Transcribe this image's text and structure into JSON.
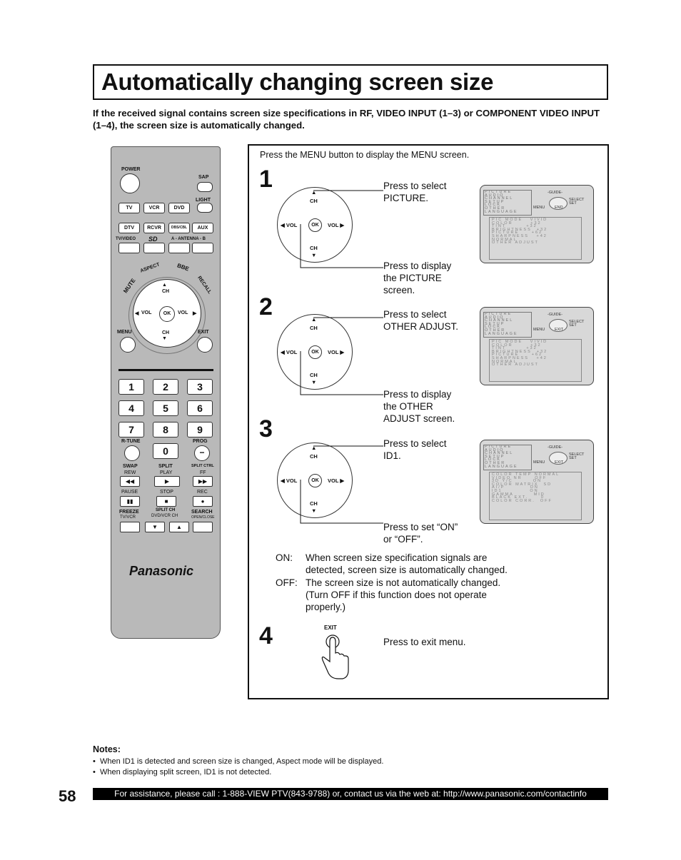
{
  "page": {
    "title": "Automatically changing screen size",
    "intro": "If the received signal contains screen size specifications in RF, VIDEO INPUT (1–3) or COMPONENT VIDEO INPUT (1–4), the screen size is automatically changed.",
    "page_number": "58",
    "footer": "For assistance, please call : 1-888-VIEW PTV(843-9788) or, contact us via the web at: http://www.panasonic.com/contactinfo"
  },
  "remote": {
    "power": "POWER",
    "sap": "SAP",
    "light": "LIGHT",
    "row1": [
      "TV",
      "VCR",
      "DVD"
    ],
    "row2": [
      "DTV",
      "RCVR",
      "DBS/CBL",
      "AUX"
    ],
    "tvvideo": "TV/VIDEO",
    "sd_logo": "SD",
    "antenna": "A - ANTENNA - B",
    "arc": [
      "MUTE",
      "ASPECT",
      "BBE",
      "RECALL"
    ],
    "ch": "CH",
    "vol": "VOL",
    "ok": "OK",
    "menu": "MENU",
    "exit": "EXIT",
    "digits": [
      "1",
      "2",
      "3",
      "4",
      "5",
      "6",
      "7",
      "8",
      "9",
      "0"
    ],
    "rtune": "R-TUNE",
    "prog": "PROG",
    "swap": "SWAP",
    "split": "SPLIT",
    "split_ctrl": "SPLIT CTRL",
    "rew": "REW",
    "play": "PLAY",
    "ff": "FF",
    "pause": "PAUSE",
    "stop": "STOP",
    "rec": "REC",
    "freeze": "FREEZE",
    "tvvcr": "TV/VCR",
    "split_ch": "SPLIT CH",
    "dvdvcr_ch": "DVD/VCR CH",
    "search": "SEARCH",
    "openclose": "OPEN/CLOSE",
    "brand": "Panasonic"
  },
  "panel": {
    "header": "Press the MENU button to display the MENU screen.",
    "steps": [
      {
        "num": "1",
        "a": "Press to select PICTURE.",
        "b": "Press to display the PICTURE screen."
      },
      {
        "num": "2",
        "a": "Press to select OTHER ADJUST.",
        "b": "Press to display the OTHER ADJUST screen."
      },
      {
        "num": "3",
        "a": "Press to select ID1.",
        "b": "Press to set “ON” or “OFF”."
      },
      {
        "num": "4",
        "a": "Press to exit menu."
      }
    ],
    "exit_label": "EXIT",
    "on_label": "ON:",
    "on_text": "When screen size specification signals are detected, screen size is automatically changed.",
    "off_label": "OFF:",
    "off_text": "The screen size is not automatically changed. (Turn OFF if this function does not operate properly.)"
  },
  "screens": {
    "guide": "-GUIDE-",
    "select": "SELECT",
    "set": "SET",
    "menu": "MENU",
    "end": "END",
    "exit": "EXIT",
    "main_menu": "PICTURE\nAUDIO\nCHANNEL\nSETUP\nLOCK\nOTHER\nLANGUAGE",
    "s1_sub": "PIC MODE   VIVID\nCOLOR       +32\nTINT        +32\nBRIGHTNESS  +32\nPICTURE     +62\nSHARPNESS   +42\nNORMAL\nOTHER ADJUST",
    "s3_sub": "COLOR TEMP NORMAL\nVIDEO NR     OFF\n3D Y/C        ON\nCOLOR MATRIX  SD\nAI/P          ON\nID1           ON\nGAMMA        MID\nBLACK EXT.     0\nCOLOR CORR.  OFF"
  },
  "notes": {
    "heading": "Notes:",
    "items": [
      "When ID1 is detected and screen size is changed, Aspect mode will be displayed.",
      "When displaying split screen, ID1 is not detected."
    ]
  }
}
